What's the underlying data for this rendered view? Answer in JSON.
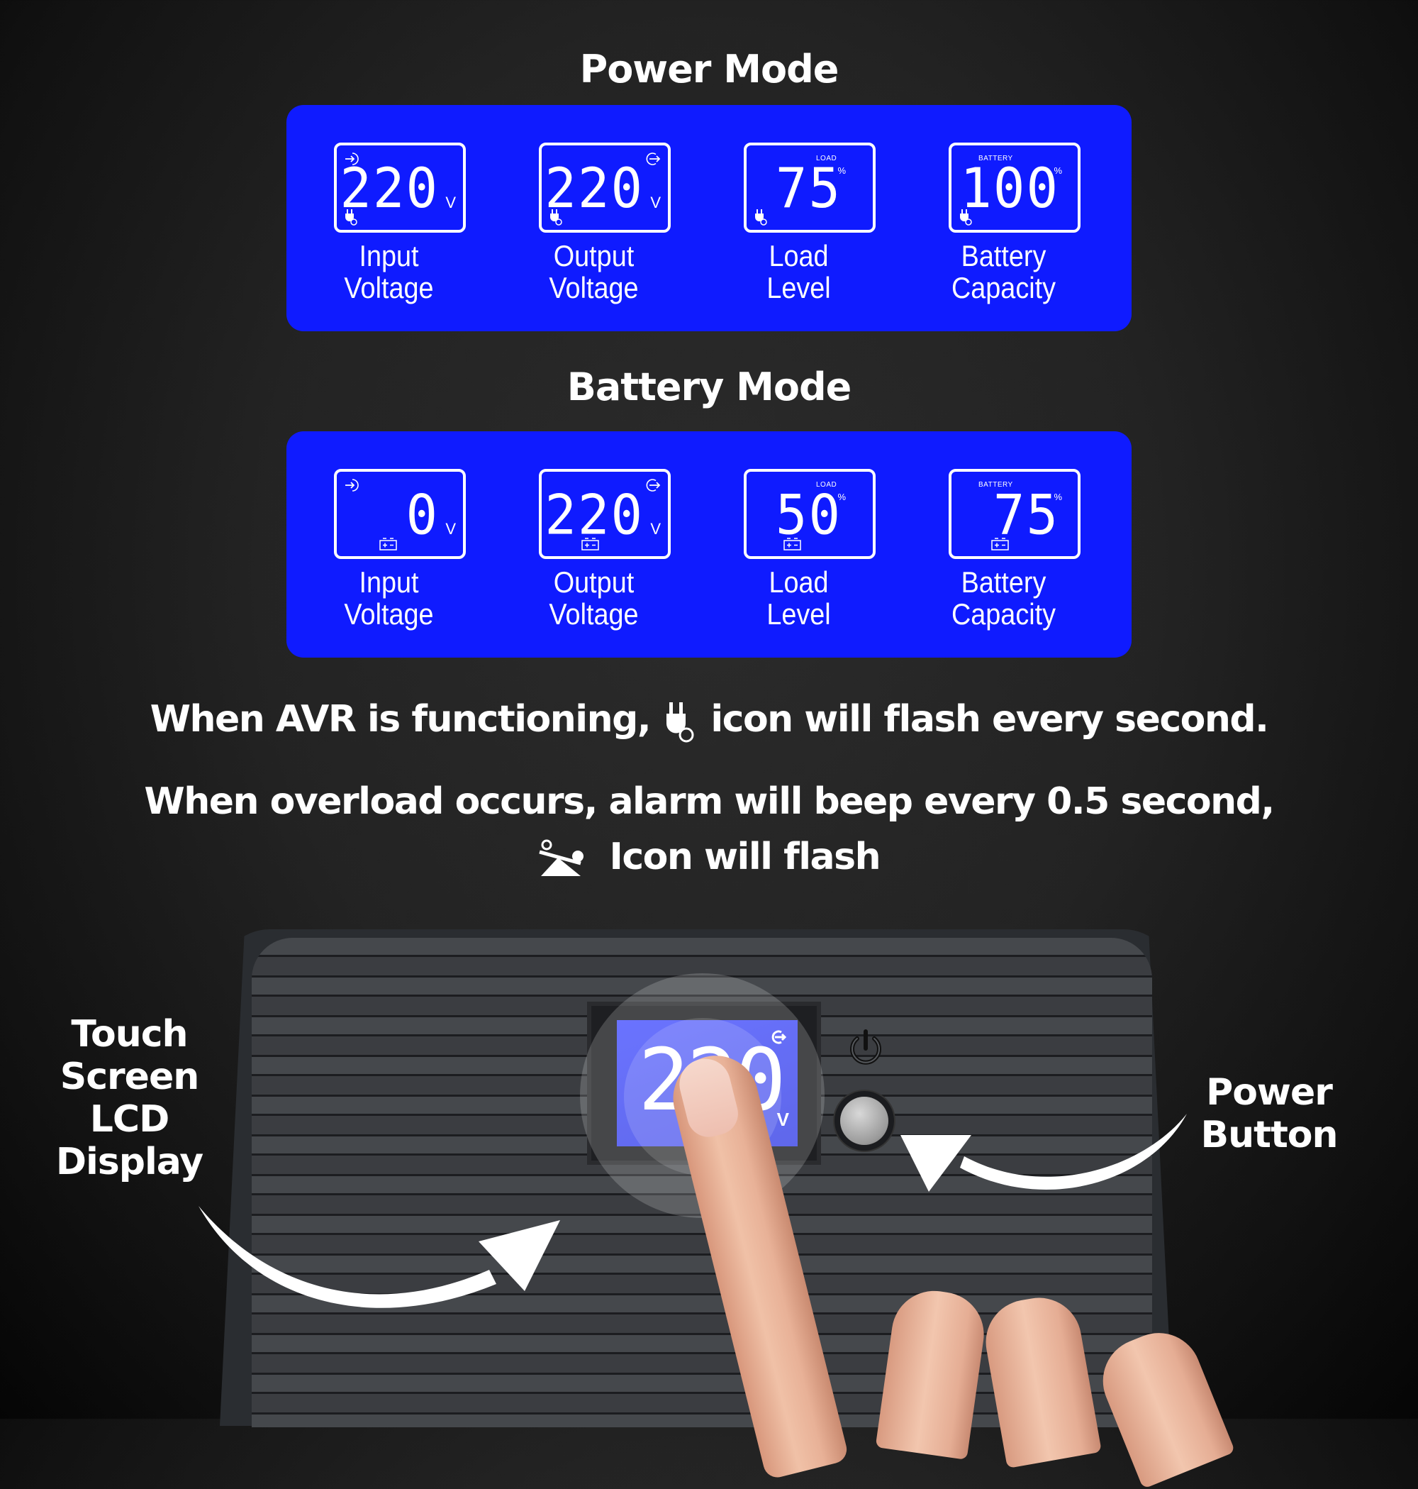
{
  "power_mode": {
    "title": "Power Mode",
    "panel_color": "#0f1bff",
    "cards": [
      {
        "value": "220",
        "unit": "V",
        "tag": "",
        "top_icon": "input-arrow-icon",
        "bottom_icon": "plug-icon",
        "label_line1": "Input",
        "label_line2": "Voltage"
      },
      {
        "value": "220",
        "unit": "V",
        "tag": "",
        "top_icon": "output-arrow-icon",
        "bottom_icon": "plug-icon",
        "label_line1": "Output",
        "label_line2": "Voltage"
      },
      {
        "value": "75",
        "unit": "%",
        "tag": "LOAD",
        "top_icon": "",
        "bottom_icon": "plug-icon",
        "label_line1": "Load",
        "label_line2": "Level"
      },
      {
        "value": "100",
        "unit": "%",
        "tag": "BATTERY",
        "top_icon": "",
        "bottom_icon": "plug-icon",
        "label_line1": "Battery",
        "label_line2": "Capacity"
      }
    ]
  },
  "battery_mode": {
    "title": "Battery Mode",
    "panel_color": "#0f1bff",
    "cards": [
      {
        "value": "0",
        "unit": "V",
        "tag": "",
        "top_icon": "input-arrow-icon",
        "bottom_icon": "battery-icon",
        "label_line1": "Input",
        "label_line2": "Voltage"
      },
      {
        "value": "220",
        "unit": "V",
        "tag": "",
        "top_icon": "output-arrow-icon",
        "bottom_icon": "battery-icon",
        "label_line1": "Output",
        "label_line2": "Voltage"
      },
      {
        "value": "50",
        "unit": "%",
        "tag": "LOAD",
        "top_icon": "",
        "bottom_icon": "battery-icon",
        "label_line1": "Load",
        "label_line2": "Level"
      },
      {
        "value": "75",
        "unit": "%",
        "tag": "BATTERY",
        "top_icon": "",
        "bottom_icon": "battery-icon",
        "label_line1": "Battery",
        "label_line2": "Capacity"
      }
    ]
  },
  "notes": {
    "avr_before": "When AVR is functioning,",
    "avr_after": "icon will flash every second.",
    "overload_line1": "When overload occurs, alarm will beep every 0.5 second,",
    "overload_line2": "Icon will flash"
  },
  "device": {
    "screen_value": "220",
    "screen_unit": "V",
    "screen_color": "#4a55ff"
  },
  "callouts": {
    "left": [
      "Touch",
      "Screen",
      "LCD",
      "Display"
    ],
    "right": [
      "Power",
      "Button"
    ]
  }
}
